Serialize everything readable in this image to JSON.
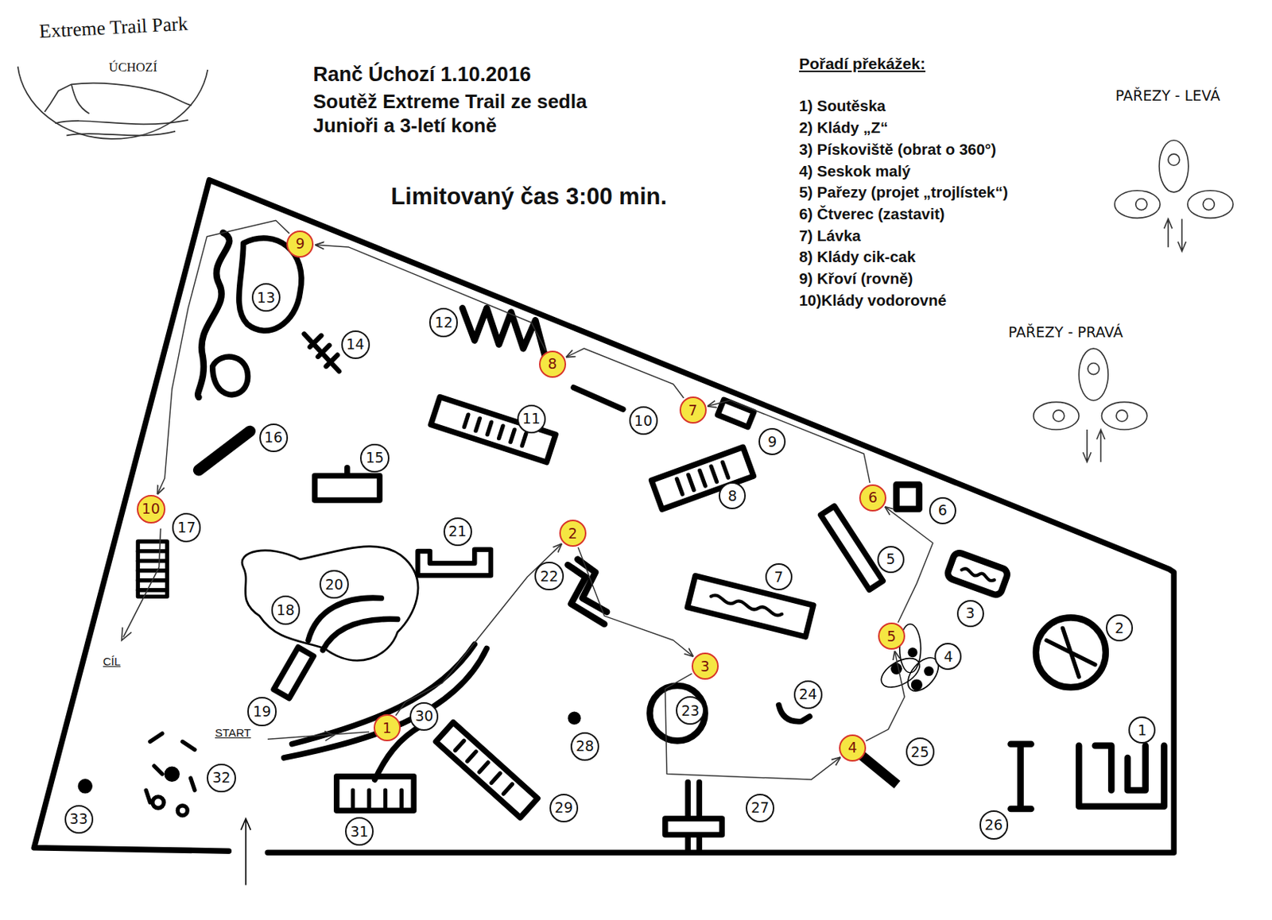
{
  "diagram": {
    "title": "Ranč Úchozí 1.10.2016",
    "nodes": [
      {
        "text": [
          "1"
        ]
      },
      {
        "text": [
          "2"
        ]
      },
      {
        "text": [
          "3"
        ]
      },
      {
        "text": [
          "4"
        ]
      },
      {
        "text": [
          "5"
        ]
      },
      {
        "text": [
          "6"
        ]
      },
      {
        "text": [
          "7"
        ]
      },
      {
        "text": [
          "8"
        ]
      },
      {
        "text": [
          "9"
        ]
      },
      {
        "text": [
          "10"
        ]
      },
      {
        "text": [
          "1"
        ]
      },
      {
        "text": [
          "2"
        ]
      },
      {
        "text": [
          "3"
        ]
      },
      {
        "text": [
          "4"
        ]
      },
      {
        "text": [
          "5"
        ]
      },
      {
        "text": [
          "6"
        ]
      },
      {
        "text": [
          "7"
        ]
      },
      {
        "text": [
          "8"
        ]
      },
      {
        "text": [
          "9"
        ]
      },
      {
        "text": [
          "10"
        ]
      },
      {
        "text": [
          "11"
        ]
      },
      {
        "text": [
          "12"
        ]
      },
      {
        "text": [
          "13"
        ]
      },
      {
        "text": [
          "14"
        ]
      },
      {
        "text": [
          "15"
        ]
      },
      {
        "text": [
          "16"
        ]
      },
      {
        "text": [
          "17"
        ]
      },
      {
        "text": [
          "18"
        ]
      },
      {
        "text": [
          "19"
        ]
      },
      {
        "text": [
          "20"
        ]
      },
      {
        "text": [
          "21"
        ]
      },
      {
        "text": [
          "22"
        ]
      },
      {
        "text": [
          "23"
        ]
      },
      {
        "text": [
          "24"
        ]
      },
      {
        "text": [
          "25"
        ]
      },
      {
        "text": [
          "26"
        ]
      },
      {
        "text": [
          "27"
        ]
      },
      {
        "text": [
          "28"
        ]
      },
      {
        "text": [
          "29"
        ]
      },
      {
        "text": [
          "30"
        ]
      },
      {
        "text": [
          "31"
        ]
      },
      {
        "text": [
          "32"
        ]
      },
      {
        "text": [
          "33"
        ]
      }
    ],
    "edges": [
      {
        "from": 0,
        "to": 1,
        "arrow": "to"
      },
      {
        "from": 1,
        "to": 2,
        "arrow": "to"
      },
      {
        "from": 2,
        "to": 3,
        "arrow": "to"
      },
      {
        "from": 3,
        "to": 4,
        "arrow": "to"
      },
      {
        "from": 4,
        "to": 5,
        "arrow": "to"
      },
      {
        "from": 5,
        "to": 6,
        "arrow": "to"
      },
      {
        "from": 6,
        "to": 7,
        "arrow": "to"
      },
      {
        "from": 7,
        "to": 8,
        "arrow": "to"
      },
      {
        "from": 8,
        "to": 9,
        "arrow": "to"
      }
    ],
    "labels": [
      "Extreme Trail Park",
      "ÚCHOZÍ",
      "Soutěž Extreme Trail ze sedla",
      "Junioři a 3-letí koně",
      "Limitovaný čas 3:00 min.",
      "Pořadí překážek:",
      "1) Soutěska",
      "2) Klády „Z“",
      "3) Pískoviště (obrat o 360°)",
      "4) Seskok malý",
      "5) Pařezy (projet „trojlístek“)",
      "6) Čtverec (zastavit)",
      "7) Lávka",
      "8) Klády cik-cak",
      "9) Křoví (rovně)",
      "10)Klády vodorovné",
      "PAŘEZY - LEVÁ",
      "PAŘEZY - PRAVÁ",
      "START",
      "CÍL"
    ]
  }
}
